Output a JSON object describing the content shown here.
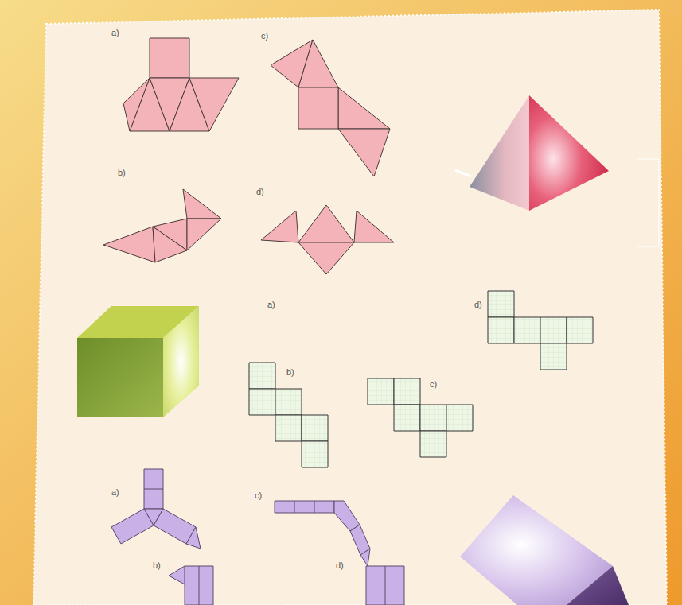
{
  "diagram": {
    "labels": [
      "a)",
      "c)",
      "b)",
      "d)",
      "a)",
      "d)",
      "b)",
      "c)",
      "a)",
      "c)",
      "b)",
      "d)"
    ]
  }
}
